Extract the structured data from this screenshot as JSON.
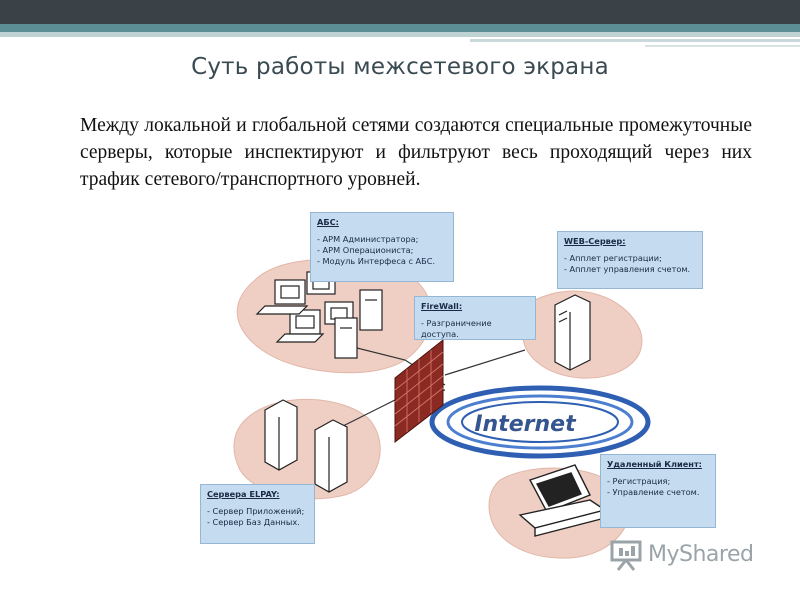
{
  "slide": {
    "title": "Суть работы межсетевого экрана",
    "body": "Между локальной и глобальной сетями создаются специальные промежуточные серверы, которые инспектируют и фильтруют весь проходящий через них трафик сетевого/транспортного уровней."
  },
  "diagram": {
    "internet_label": "Internet",
    "callouts": {
      "abs": {
        "title": "АБС:",
        "items": [
          "- АРМ Администратора;",
          "- АРМ Операциониста;",
          "- Модуль Интерфеса с АБС."
        ]
      },
      "web": {
        "title": "WEB-Сервер:",
        "items": [
          "- Апплет регистрации;",
          "- Апплет управления счетом."
        ]
      },
      "firewall": {
        "title": "FireWall:",
        "items": [
          "- Разграничение доступа."
        ]
      },
      "remote": {
        "title": "Удаленный Клиент:",
        "items": [
          "- Регистрация;",
          "- Управление счетом."
        ]
      },
      "elpay": {
        "title": "Сервера ELPAY:",
        "items": [
          "- Сервер Приложений;",
          "- Сервер Баз Данных."
        ]
      }
    }
  },
  "watermark": {
    "text": "MyShared"
  },
  "colors": {
    "title": "#3a4a52",
    "callout_bg": "#c5dcf0",
    "blob": "#efcfc4",
    "firewall": "#8b2a22",
    "internet_ring": "#2f5fb3"
  }
}
